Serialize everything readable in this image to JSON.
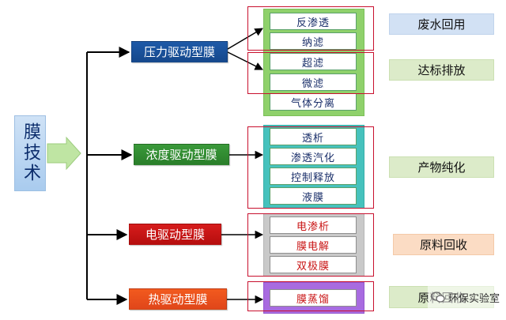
{
  "root": {
    "label": "膜技术"
  },
  "categories": [
    {
      "label": "压力驱动型膜",
      "color": "#1e5aa8"
    },
    {
      "label": "浓度驱动型膜",
      "color": "#3a9a3a"
    },
    {
      "label": "电驱动型膜",
      "color": "#d61c1c"
    },
    {
      "label": "热驱动型膜",
      "color": "#f25a1e"
    }
  ],
  "items": {
    "pressure": [
      "反渗透",
      "纳滤",
      "超滤",
      "微滤",
      "气体分离"
    ],
    "concentration": [
      "透析",
      "渗透汽化",
      "控制释放",
      "液膜"
    ],
    "electric": [
      "电渗析",
      "膜电解",
      "双极膜"
    ],
    "thermal": [
      "膜蒸馏"
    ]
  },
  "applications": [
    "废水回用",
    "达标排放",
    "产物纯化",
    "原料回收",
    "原料回收"
  ],
  "watermark": {
    "label": "环保实验室"
  },
  "colors": {
    "line": "#000000",
    "group_outline": "#c8102e",
    "col_green": "#8fd16b",
    "col_teal": "#46c2bd",
    "col_grey": "#c9c9c9",
    "col_purple": "#a86be0",
    "arrow": "#a8d88a"
  }
}
